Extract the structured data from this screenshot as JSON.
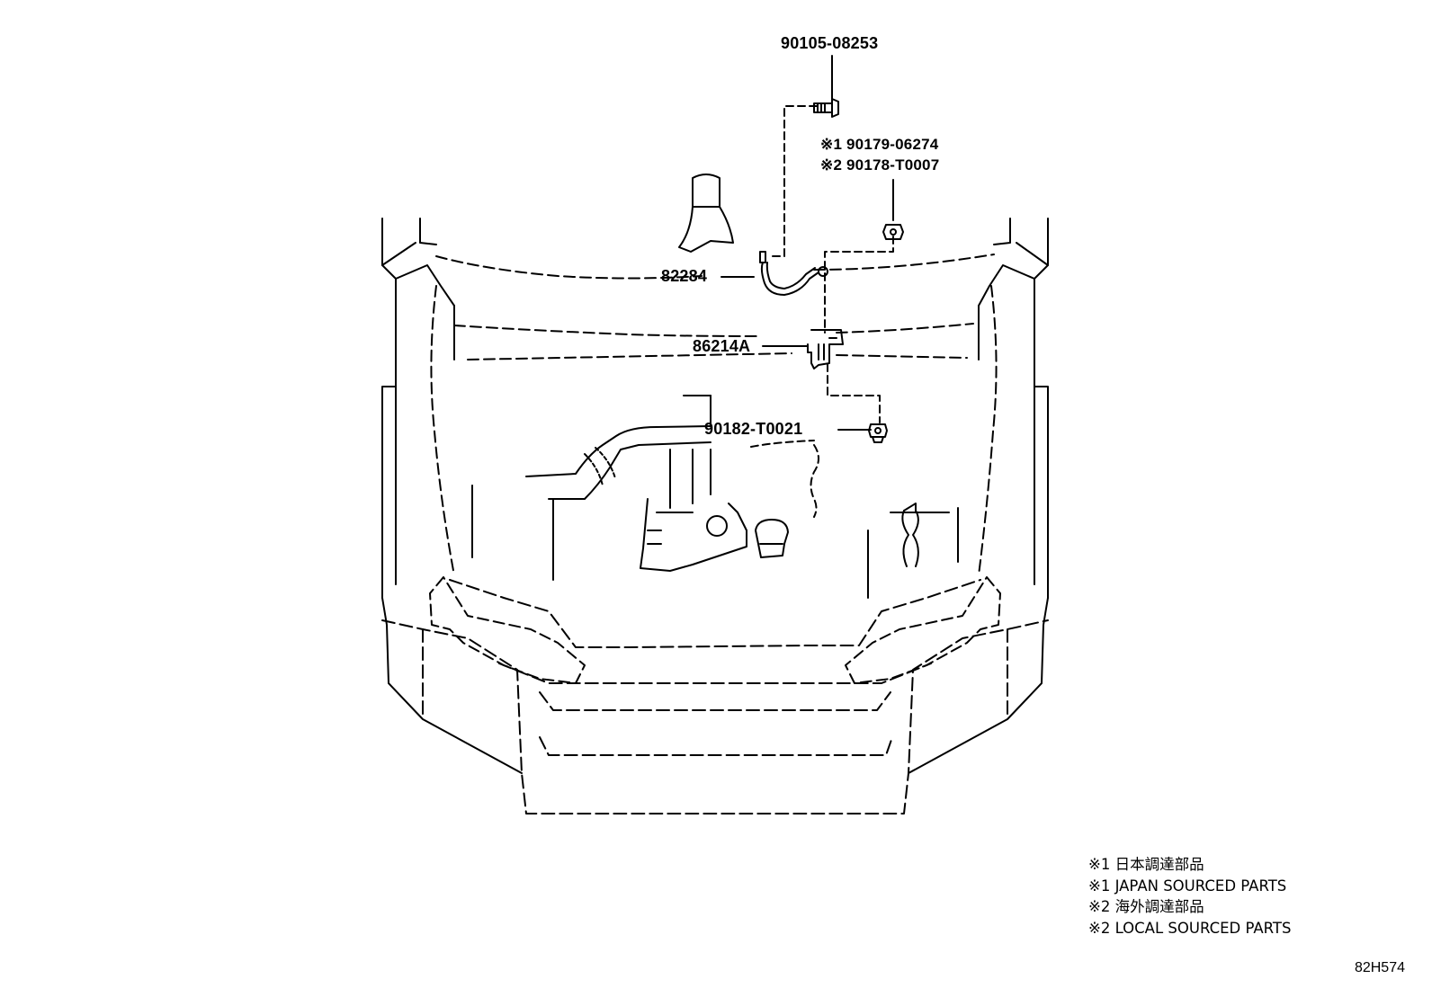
{
  "parts": {
    "screw": "90105-08253",
    "nut_alt1": "※1 90179-06274",
    "nut_alt2": "※2 90178-T0007",
    "wire": "82284",
    "bracket": "86214A",
    "clip": "90182-T0021"
  },
  "legend": [
    "※1 日本調達部品",
    "※1 JAPAN SOURCED PARTS",
    "※2 海外調達部品",
    "※2 LOCAL SOURCED PARTS"
  ],
  "illustration_id": "82H574",
  "colors": {
    "line": "#000000",
    "background": "#ffffff"
  }
}
